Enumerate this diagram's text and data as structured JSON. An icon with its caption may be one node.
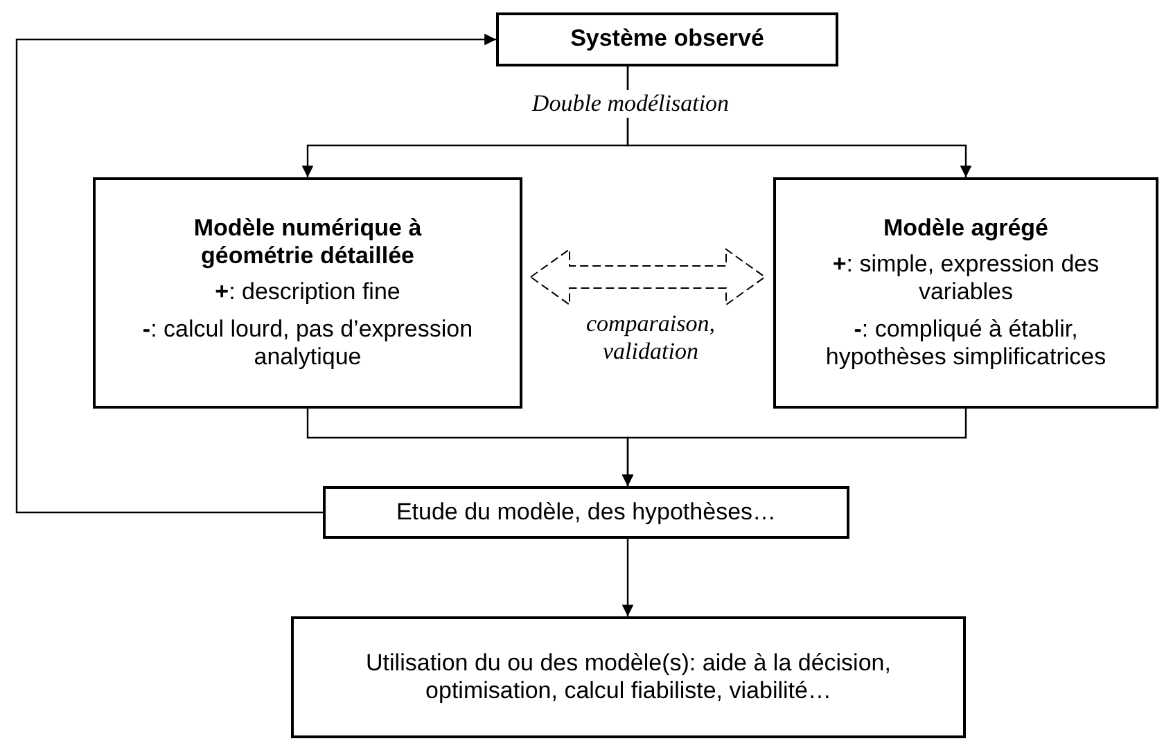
{
  "diagram": {
    "nodes": [
      {
        "text": [
          "Système observé"
        ]
      },
      {
        "text": [
          "Modèle numérique à géométrie détaillée",
          "**+**: description fine",
          "**-**: calcul lourd, pas d’expression analytique"
        ]
      },
      {
        "text": [
          "Modèle agrégé",
          "**+**: simple, expression des variables",
          "**-**: compliqué à établir, hypothèses simplificatrices"
        ]
      },
      {
        "text": [
          "Etude du modèle, des hypothèses…"
        ]
      },
      {
        "text": [
          "Utilisation du ou des modèle(s): aide à la décision, optimisation, calcul fiabiliste, viabilité…"
        ]
      }
    ],
    "edges": [
      {
        "from": 0,
        "to": 1,
        "arrow": "to",
        "label": "Double modélisation"
      },
      {
        "from": 0,
        "to": 2,
        "arrow": "to"
      },
      {
        "from": 1,
        "to": 3,
        "arrow": "to"
      },
      {
        "from": 2,
        "to": 3,
        "arrow": "to"
      },
      {
        "from": 3,
        "to": 0,
        "arrow": "to"
      },
      {
        "from": 3,
        "to": 4,
        "arrow": "to"
      },
      {
        "from": 1,
        "to": 2,
        "arrow": "both",
        "style": "dashed",
        "label": "comparaison, validation"
      }
    ]
  }
}
